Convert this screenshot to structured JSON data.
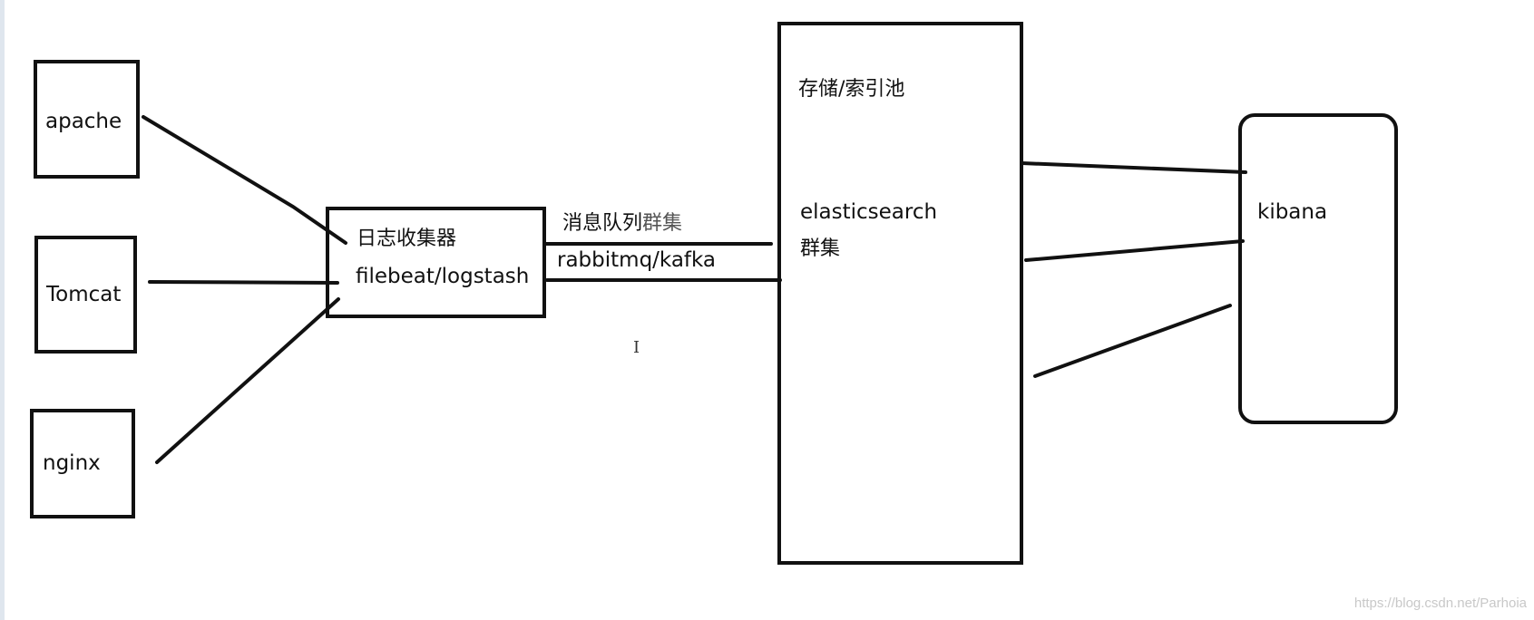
{
  "sources": {
    "apache": "apache",
    "tomcat": "Tomcat",
    "nginx": "nginx"
  },
  "collector": {
    "title": "日志收集器",
    "tools": "filebeat/logstash"
  },
  "queue": {
    "title_a": "消息队列",
    "title_b": "群集",
    "tools": "rabbitmq/kafka"
  },
  "storage": {
    "title": "存储/索引池",
    "engine": "elasticsearch",
    "cluster": "群集"
  },
  "viewer": {
    "name": "kibana"
  },
  "watermark": "https://blog.csdn.net/Parhoia",
  "colors": {
    "stroke": "#111111",
    "background": "#ffffff",
    "watermark": "#c8c8c8"
  }
}
